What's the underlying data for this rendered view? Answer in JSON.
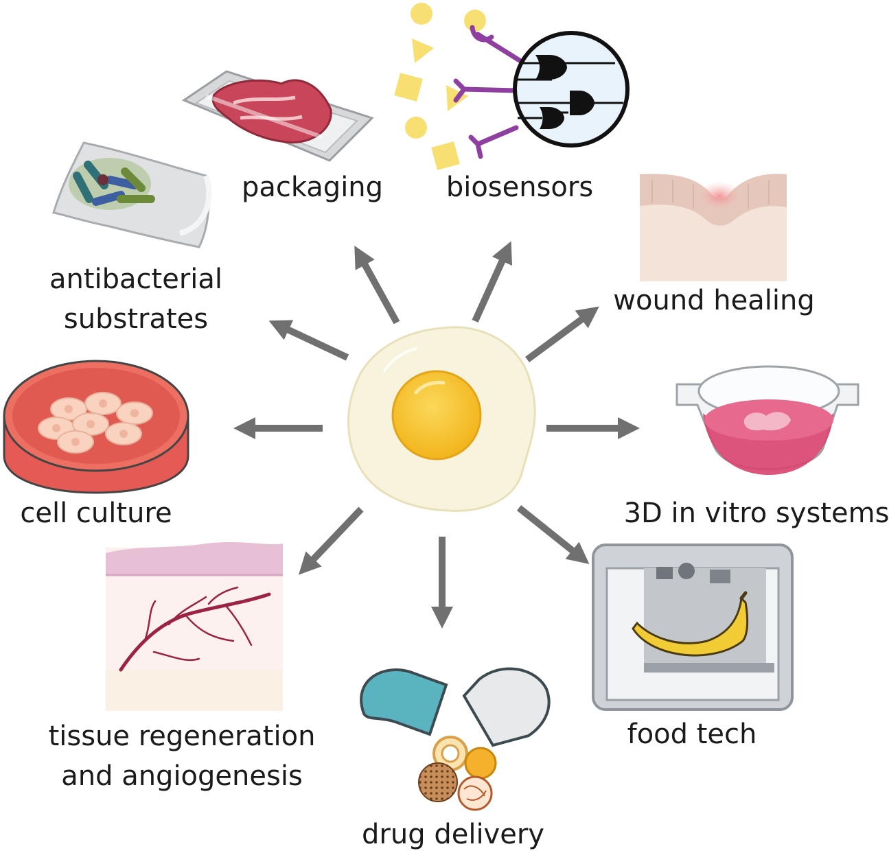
{
  "center": {
    "icon": "fried-egg-icon"
  },
  "colors": {
    "arrow": "#707070",
    "yolk": "#f6c531",
    "egg_white": "#f7f3dd",
    "virus_yellow": "#f8df72",
    "receptor_purple": "#8e3fa0",
    "dish_red": "#e65a55",
    "capsule_teal": "#5ab4bf",
    "banana_yellow": "#f2cc35",
    "vessel_red": "#9c2242"
  },
  "applications": [
    {
      "id": "packaging",
      "lines": [
        "packaging"
      ],
      "icon": "meat-tray-icon"
    },
    {
      "id": "biosensors",
      "lines": [
        "biosensors"
      ],
      "icon": "logic-gate-sensor-icon"
    },
    {
      "id": "antibacterial",
      "lines": [
        "antibacterial",
        "substrates"
      ],
      "icon": "bacteria-film-icon"
    },
    {
      "id": "wound",
      "lines": [
        "wound healing"
      ],
      "icon": "skin-wound-icon"
    },
    {
      "id": "cell",
      "lines": [
        "cell culture"
      ],
      "icon": "petri-dish-icon"
    },
    {
      "id": "vitro",
      "lines": [
        "3D in vitro systems"
      ],
      "icon": "culture-insert-icon"
    },
    {
      "id": "tissue",
      "lines": [
        "tissue regeneration",
        "and angiogenesis"
      ],
      "icon": "blood-vessel-tissue-icon"
    },
    {
      "id": "food",
      "lines": [
        "food tech"
      ],
      "icon": "food-printer-icon"
    },
    {
      "id": "drug",
      "lines": [
        "drug delivery"
      ],
      "icon": "capsule-particles-icon"
    }
  ]
}
